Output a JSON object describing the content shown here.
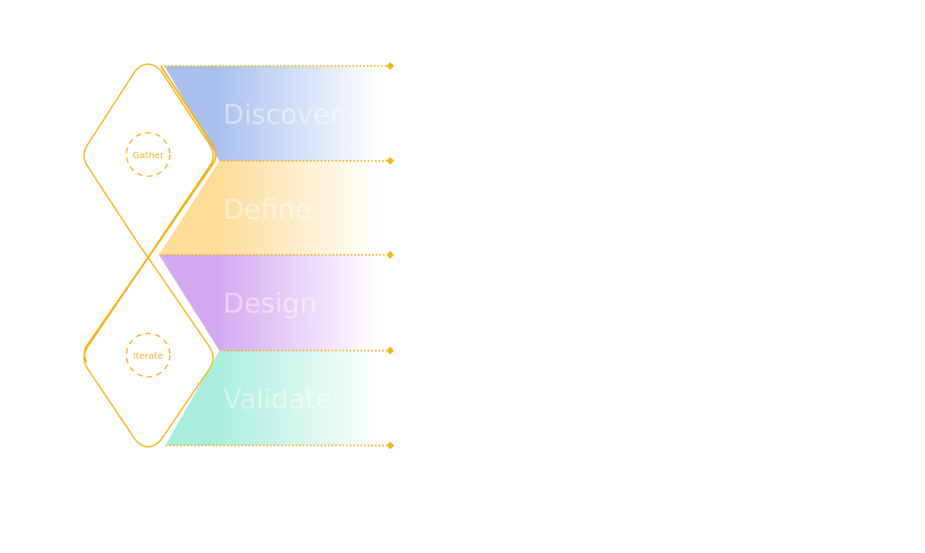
{
  "diagram": {
    "accent_color": "#f5b21b",
    "stages": [
      {
        "label": "Discover",
        "color": "#a9c0ee"
      },
      {
        "label": "Define",
        "color": "#fddc97"
      },
      {
        "label": "Design",
        "color": "#d2a9f1"
      },
      {
        "label": "Validate",
        "color": "#a9eedb"
      }
    ],
    "loops": [
      {
        "label": "Gather"
      },
      {
        "label": "Iterate"
      }
    ]
  }
}
